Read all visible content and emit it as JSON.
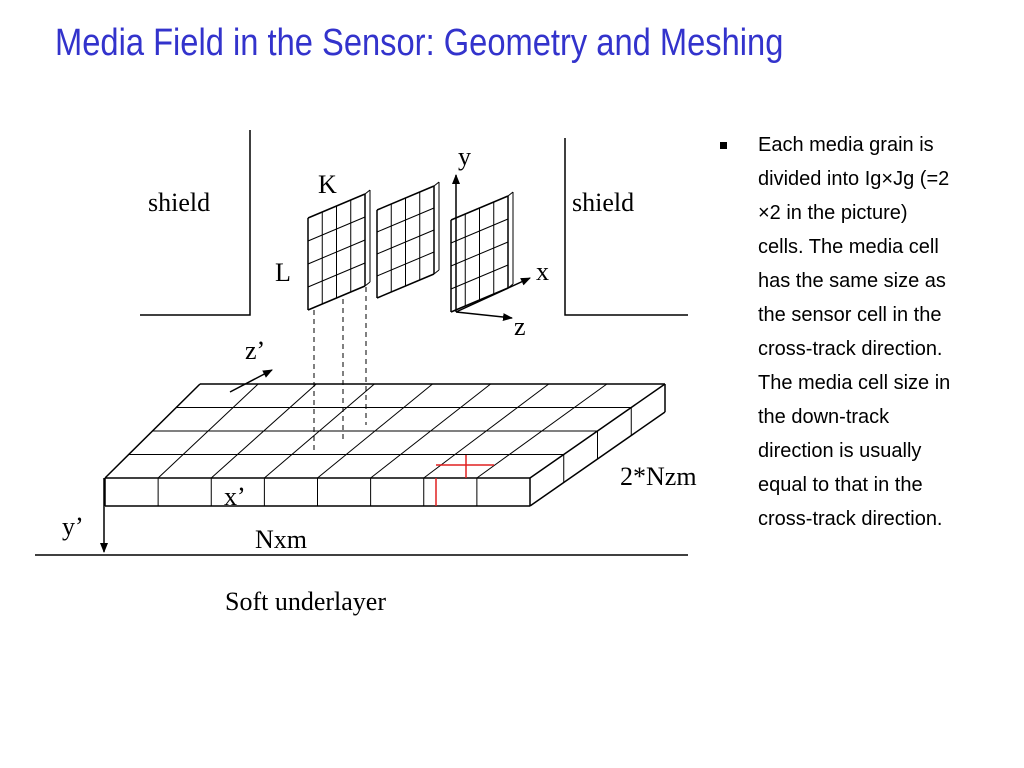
{
  "title": "Media Field in the Sensor: Geometry and Meshing",
  "diagram": {
    "shield_left": "shield",
    "shield_right": "shield",
    "label_K": "K",
    "label_L": "L",
    "axis_y": "y",
    "axis_x": "x",
    "axis_z": "z",
    "axis_z_prime": "z’",
    "axis_x_prime": "x’",
    "axis_y_prime": "y’",
    "label_nxm": "Nxm",
    "label_2nzm": "2*Nzm",
    "label_underlayer": "Soft underlayer",
    "colors": {
      "grid": "#000000",
      "highlight": "#e02020",
      "title": "#3333cc"
    }
  },
  "bullet": {
    "lines": [
      "Each media  grain is",
      "divided into Ig×Jg (=2",
      "×2 in the picture)",
      "cells. The media cell",
      "has the same size as",
      "the sensor cell in the",
      "cross-track direction.",
      "The media cell size in",
      "the down-track",
      "direction is usually",
      "equal to that in the",
      "cross-track direction."
    ]
  }
}
